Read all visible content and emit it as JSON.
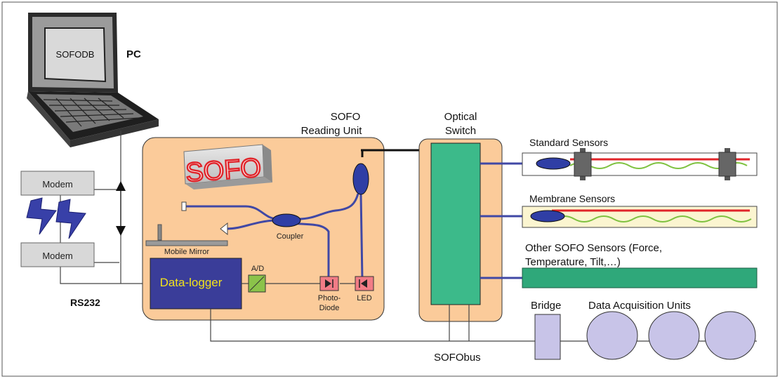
{
  "labels": {
    "screen_text": "SOFODB",
    "pc": "PC",
    "modem_top": "Modem",
    "modem_bottom": "Modem",
    "rs232": "RS232",
    "sofo_logo": "SOFO",
    "reading_unit_line1": "SOFO",
    "reading_unit_line2": "Reading Unit",
    "coupler": "Coupler",
    "mobile_mirror": "Mobile Mirror",
    "data_logger": "Data-logger",
    "ad": "A/D",
    "photo_diode_line1": "Photo-",
    "photo_diode_line2": "Diode",
    "led": "LED",
    "optical_switch_line1": "Optical",
    "optical_switch_line2": "Switch",
    "standard_sensors": "Standard Sensors",
    "membrane_sensors": "Membrane Sensors",
    "other_sensors_line1": "Other SOFO Sensors (Force,",
    "other_sensors_line2": "Temperature, Tilt,…)",
    "bridge": "Bridge",
    "daq_units": "Data Acquisition Units",
    "sofobus": "SOFObus"
  },
  "colors": {
    "unit_fill": "#fbcb9a",
    "switch_fill": "#3cba8a",
    "logger_fill": "#3a3d99",
    "logger_text": "#f2e21c",
    "fiber": "#4048a5",
    "coupler": "#2f3ea5",
    "modem_fill": "#d8d8d8",
    "bridge_fill": "#c8c4e8",
    "diode_fill": "#f27c86",
    "ad_fill": "#8bc34a",
    "sensor_red": "#e0242a",
    "sensor_green": "#7fc241",
    "sofo_red": "#e0242a",
    "lightning": "#3840a8"
  }
}
